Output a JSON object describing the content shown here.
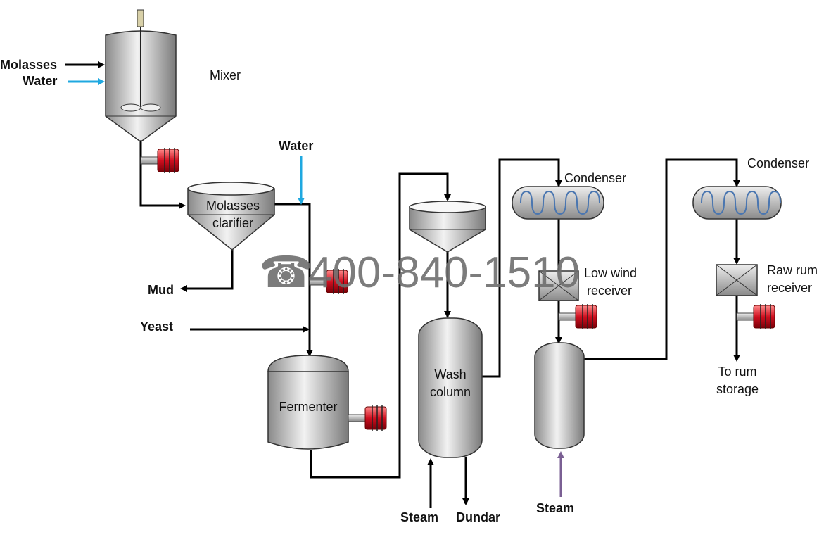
{
  "labels": {
    "molasses": "Molasses",
    "water_in": "Water",
    "mixer": "Mixer",
    "water2": "Water",
    "clarifier_1": "Molasses",
    "clarifier_2": "clarifier",
    "mud": "Mud",
    "yeast": "Yeast",
    "fermenter": "Fermenter",
    "wash_1": "Wash",
    "wash_2": "column",
    "steam1": "Steam",
    "dundar": "Dundar",
    "condenser1": "Condenser",
    "lowwind_1": "Low wind",
    "lowwind_2": "receiver",
    "steam2": "Steam",
    "condenser2": "Condenser",
    "rawrum_1": "Raw rum",
    "rawrum_2": "receiver",
    "storage_1": "To rum",
    "storage_2": "storage"
  },
  "watermark": "400-840-1510",
  "colors": {
    "water": "#1fa8e0",
    "steam": "#7a5f93",
    "motor": "#d01020",
    "pipe": "#000000"
  }
}
